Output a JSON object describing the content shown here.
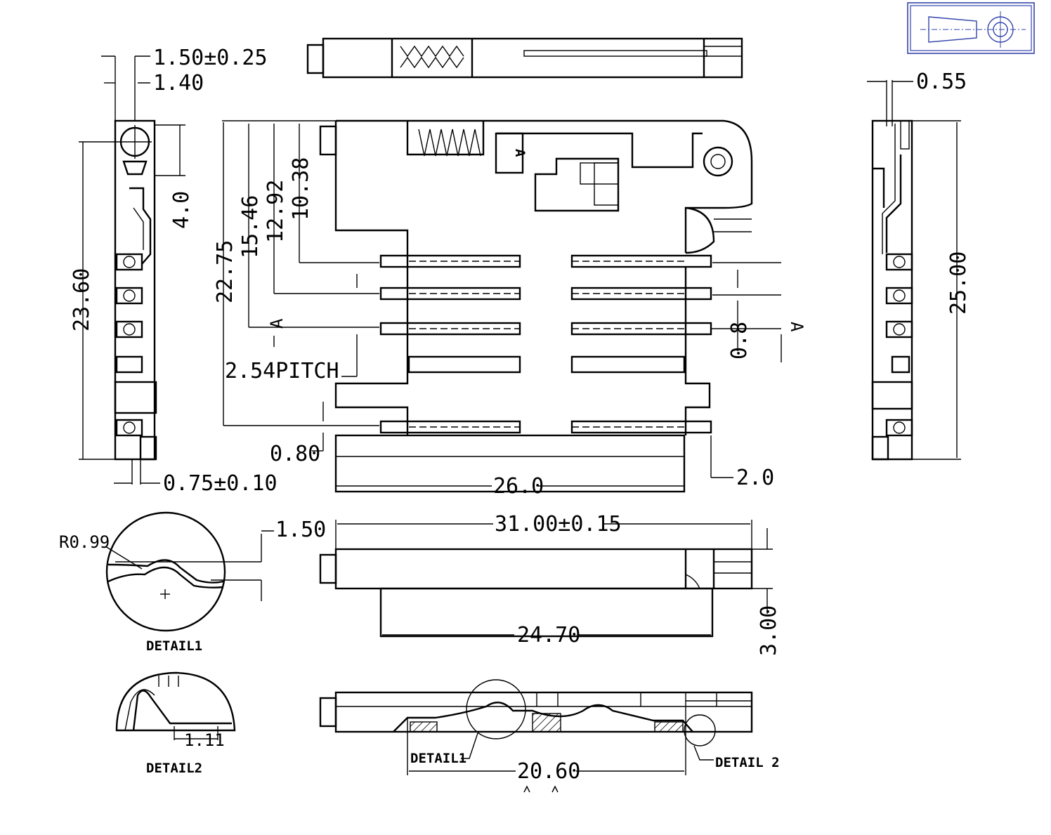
{
  "dims": {
    "top_left_1": "1.50±0.25",
    "top_left_2": "1.40",
    "left_4": "4.0",
    "left_2360": "23.60",
    "left_075": "0.75±0.10",
    "front_2275": "22.75",
    "front_1546": "15.46",
    "front_1292": "12.92",
    "front_1038": "10.38",
    "pitch": "2.54PITCH",
    "front_080": "0.80",
    "front_260": "26.0",
    "front_20": "2.0",
    "front_08": "0.8",
    "section_A": "A",
    "right_055": "0.55",
    "right_2500": "25.00",
    "r099": "R0.99",
    "d150": "1.50",
    "w3100": "31.00±0.15",
    "w2470": "24.70",
    "h300": "3.00",
    "d111": "1.11",
    "w2060": "20.60",
    "label_A": "A"
  },
  "labels": {
    "detail1": "DETAIL1",
    "detail2": "DETAIL2",
    "detail1_callout": "DETAIL1",
    "detail2_callout": "DETAIL 2"
  },
  "icons": {
    "projection": "third-angle-projection-icon"
  }
}
